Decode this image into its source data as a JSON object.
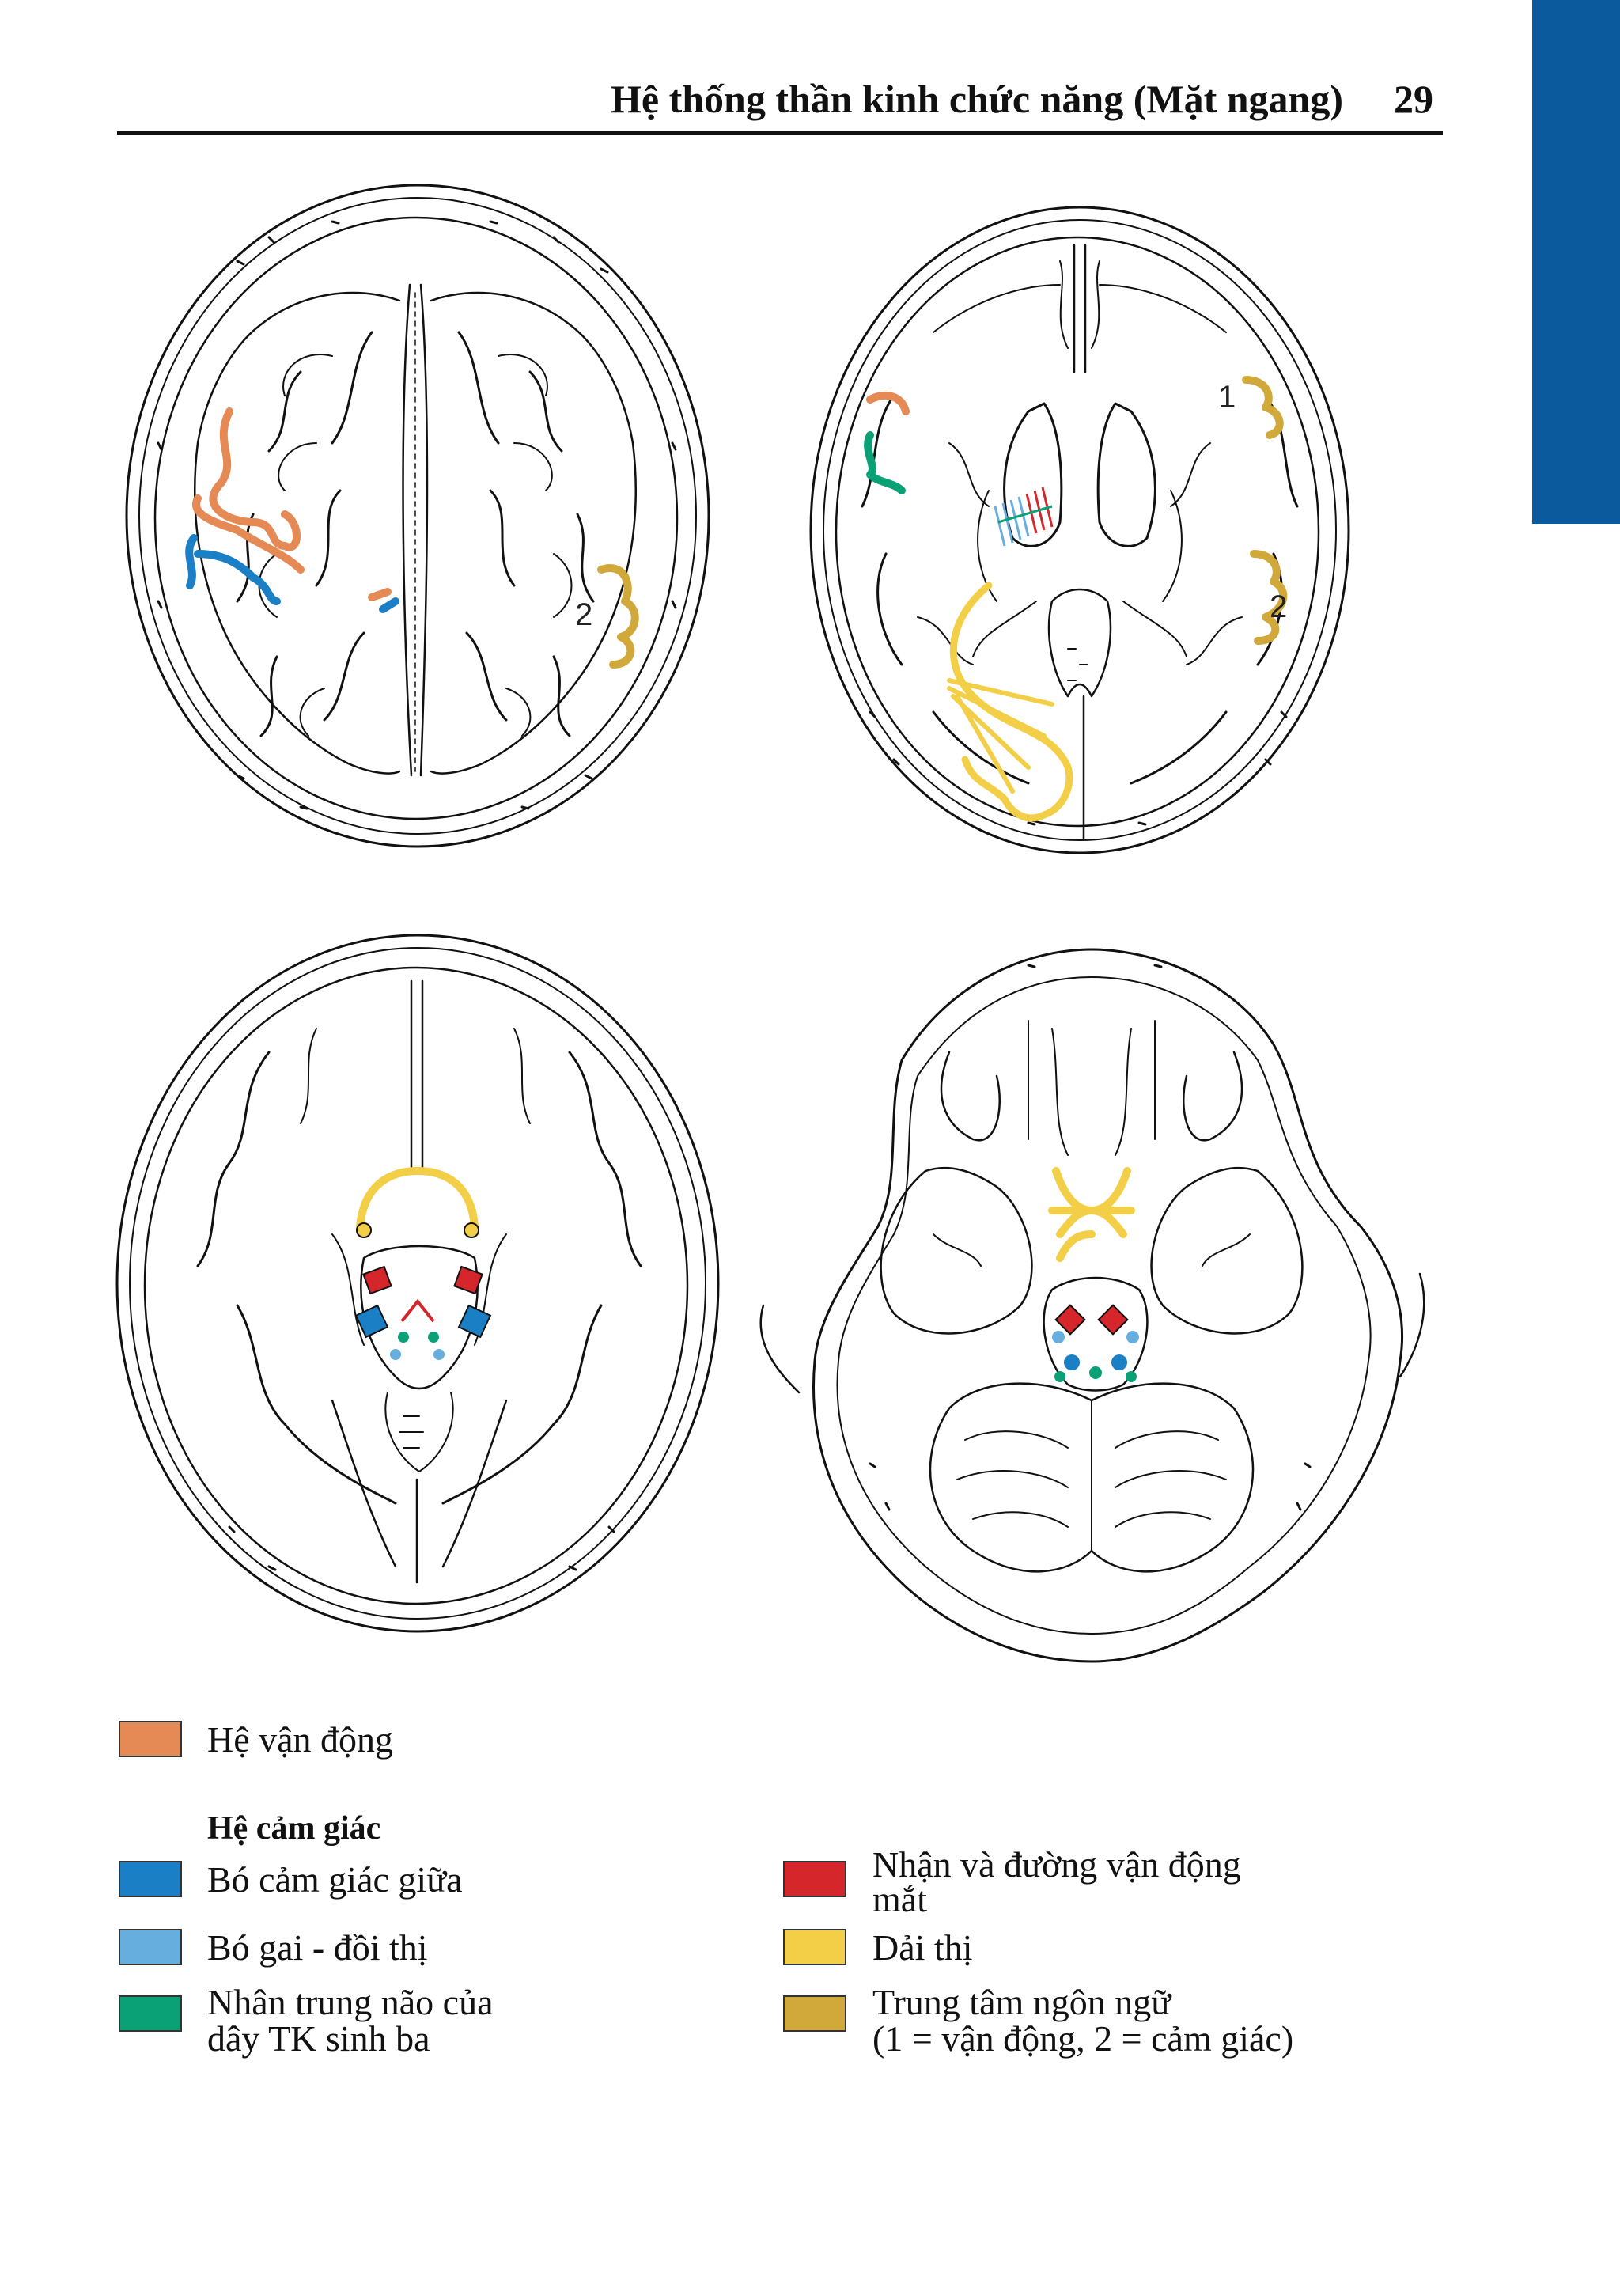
{
  "header": {
    "title": "Hệ thống thần kinh chức năng (Mặt ngang)",
    "page_number": "29"
  },
  "colors": {
    "motor": "#e58a55",
    "medial_lemniscus": "#1a7fc4",
    "spinothalamic": "#66aede",
    "trigeminal": "#0aa177",
    "oculomotor": "#d4262b",
    "optic": "#f2cf47",
    "speech": "#d1a83a",
    "tab": "#0b5a9e"
  },
  "figure": {
    "labels": {
      "a_speech_2": "2",
      "b_speech_1": "1",
      "b_speech_2": "2"
    }
  },
  "legend": {
    "motor": "Hệ vận động",
    "sensory_heading": "Hệ cảm giác",
    "medial_lemniscus": "Bó cảm giác giữa",
    "spinothalamic": "Bó gai - đồi thị",
    "trigeminal_line1": "Nhân trung não của",
    "trigeminal_line2": "dây TK sinh ba",
    "oculomotor_line1": "Nhận và đường vận động",
    "oculomotor_line2": "mắt",
    "optic": "Dải thị",
    "speech_line1": "Trung tâm ngôn ngữ",
    "speech_line2": "(1 = vận động, 2 = cảm giác)"
  }
}
